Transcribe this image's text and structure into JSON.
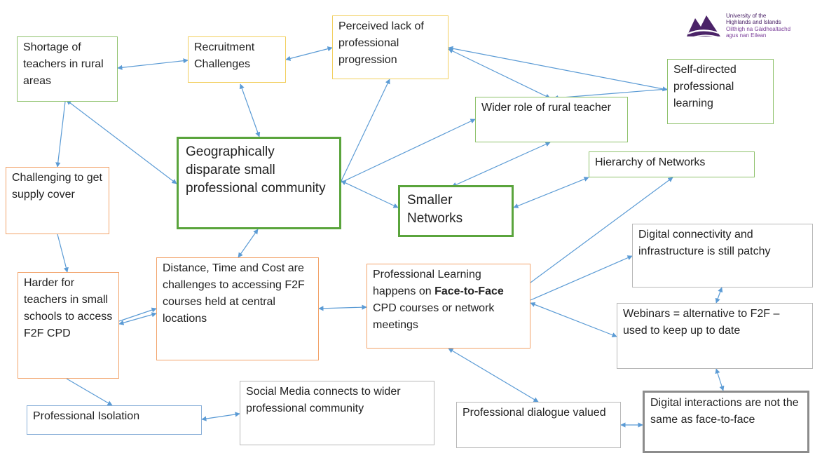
{
  "logo": {
    "lines": [
      "University of the",
      "Highlands and Islands",
      "Oilthigh na Gàidhealtachd",
      "agus nan Eilean"
    ]
  },
  "nodes": {
    "shortage": "Shortage of teachers in rural areas",
    "recruitment": "Recruitment Challenges",
    "progression": "Perceived lack of professional progression",
    "self_directed": "Self-directed professional learning",
    "wider_role": "Wider role of rural teacher",
    "geographic": "Geographically disparate small professional community",
    "hierarchy": "Hierarchy of Networks",
    "supply": "Challenging to get supply cover",
    "smaller_networks": "Smaller Networks",
    "digital_connectivity": "Digital connectivity and infrastructure is still patchy",
    "harder": "Harder for teachers in small schools to access F2F CPD",
    "distance": "Distance, Time and Cost are challenges to accessing F2F courses held at central locations",
    "professional_learning": {
      "before": "Professional Learning happens on ",
      "bold": "Face-to-Face",
      "after": " CPD courses or network meetings"
    },
    "webinars": "Webinars = alternative to F2F – used to keep up to date",
    "isolation": "Professional Isolation",
    "social_media": "Social Media connects to wider professional community",
    "dialogue": "Professional dialogue valued",
    "digital_interactions": "Digital interactions are not the same as face-to-face"
  },
  "colors": {
    "arrow": "#5b9bd5",
    "green": "#8fc26c",
    "green_thick": "#5aa43c",
    "yellow": "#f2cf5e",
    "orange": "#f2a36a",
    "blue": "#8ab0d9",
    "logo_purple": "#4b2368"
  }
}
